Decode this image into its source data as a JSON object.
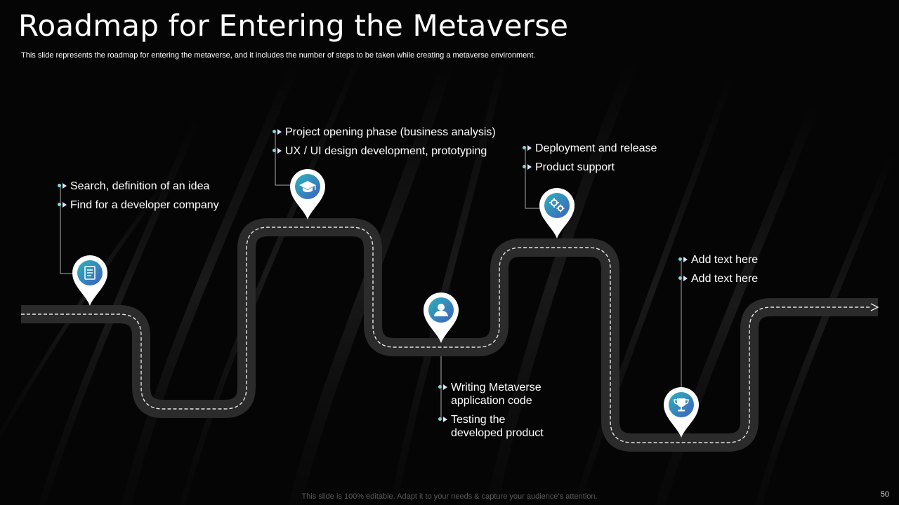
{
  "slide": {
    "title": "Roadmap for Entering the Metaverse",
    "subtitle": "This slide represents the roadmap for entering the metaverse, and it includes the number of steps to be taken while creating a metaverse environment.",
    "footer": "This slide is 100% editable. Adapt it to your needs & capture your audience’s attention.",
    "page_number": "50"
  },
  "colors": {
    "background": "#050505",
    "road": "#2b2b2b",
    "road_dash": "#e6e6e6",
    "pin_outer": "#ffffff",
    "pin_gradient_start": "#2bb3ba",
    "pin_gradient_end": "#3f5fbf",
    "bullet_dot": "#7fd7d2",
    "bullet_arrow": "#dbe3ff",
    "connector": "#aaaaaa"
  },
  "milestones": [
    {
      "icon": "document-icon",
      "bullets": [
        "Search, definition of an idea",
        "Find for a developer company"
      ]
    },
    {
      "icon": "graduation-cap-icon",
      "bullets": [
        "Project opening phase (business analysis)",
        "UX / UI design development,  prototyping"
      ]
    },
    {
      "icon": "user-icon",
      "bullets": [
        "Writing Metaverse application code",
        "Testing the developed product"
      ]
    },
    {
      "icon": "gears-icon",
      "bullets": [
        "Deployment and release",
        "Product support"
      ]
    },
    {
      "icon": "trophy-icon",
      "bullets": [
        "Add text here",
        "Add text here"
      ]
    }
  ]
}
